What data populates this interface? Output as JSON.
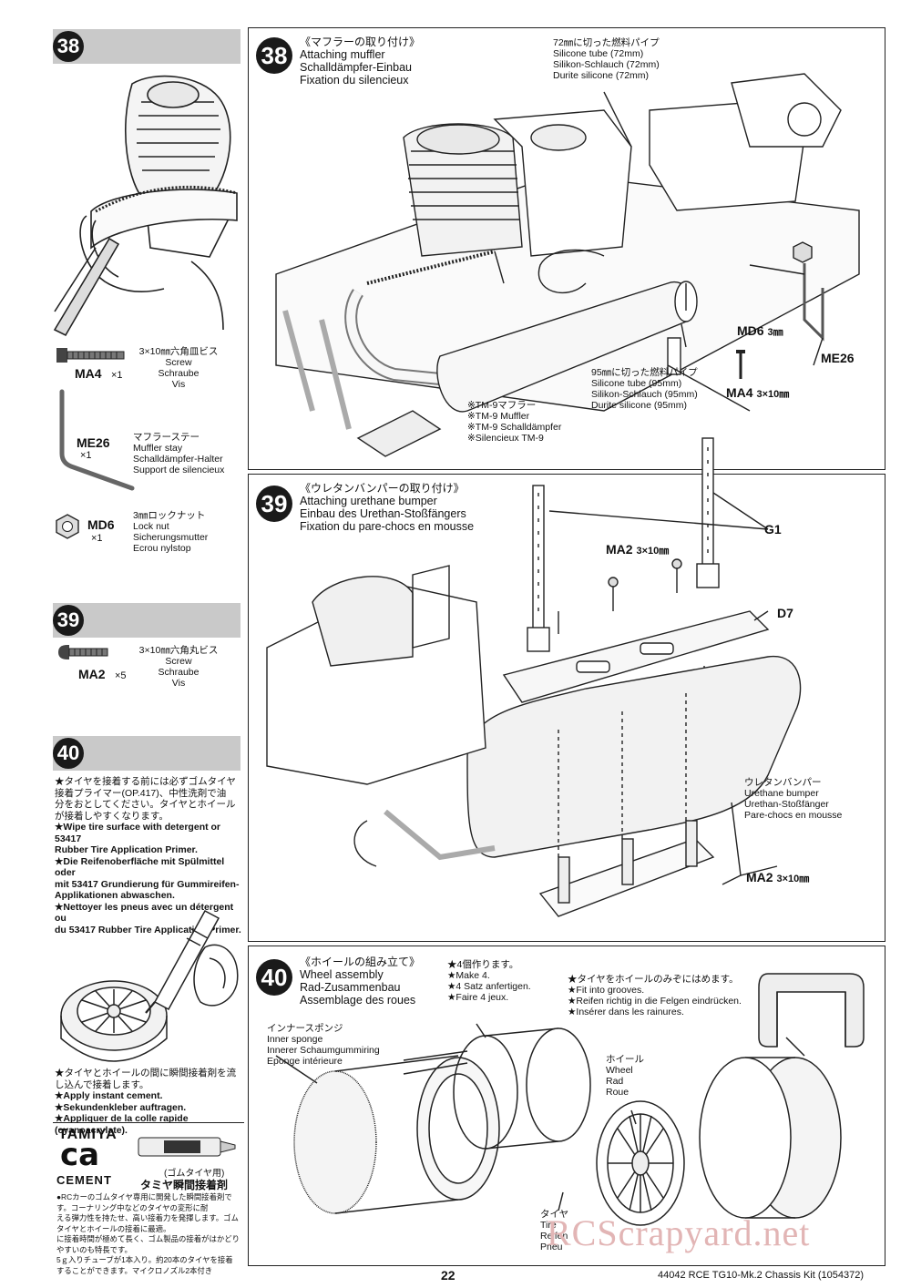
{
  "sidebar": {
    "step38": {
      "number": "38",
      "parts": [
        {
          "jp": "3×10㎜六角皿ビス",
          "en": "Screw",
          "de": "Schraube",
          "fr": "Vis",
          "code": "MA4",
          "qty": "×1"
        },
        {
          "jp": "マフラーステー",
          "en": "Muffler stay",
          "de": "Schalldämpfer-Halter",
          "fr": "Support de silencieux",
          "code": "ME26",
          "qty": "×1"
        },
        {
          "jp": "3㎜ロックナット",
          "en": "Lock nut",
          "de": "Sicherungsmutter",
          "fr": "Ecrou nylstop",
          "code": "MD6",
          "qty": "×1"
        }
      ]
    },
    "step39": {
      "number": "39",
      "parts": [
        {
          "jp": "3×10㎜六角丸ビス",
          "en": "Screw",
          "de": "Schraube",
          "fr": "Vis",
          "code": "MA2",
          "qty": "×5"
        }
      ]
    },
    "step40": {
      "number": "40",
      "tip1": [
        "★タイヤを接着する前には必ずゴムタイヤ",
        "接着プライマー(OP.417)、中性洗剤で油",
        "分をおとしてください。タイヤとホイール",
        "が接着しやすくなります。",
        "★Wipe tire surface with detergent or 53417",
        "Rubber Tire Application Primer.",
        "★Die Reifenoberfläche mit Spülmittel oder",
        "mit 53417 Grundierung für Gummireifen-",
        "Applikationen abwaschen.",
        "★Nettoyer les pneus avec un détergent ou",
        "du 53417 Rubber Tire Application Primer."
      ],
      "tip2": [
        "★タイヤとホイールの間に瞬間接着剤を流",
        "し込んで接着します。",
        "★Apply instant cement.",
        "★Sekundenkleber auftragen.",
        "★Appliquer de la colle rapide (cyanoacrylate)."
      ],
      "cement": {
        "brand": "TAMIYA",
        "logo": "ca",
        "logo2": "CEMENT",
        "sub": "(ゴムタイヤ用)",
        "jp_name": "タミヤ瞬間接着剤",
        "notes": [
          "●RCカーのゴムタイヤ専用に開発した瞬間接着剤です。コーナリング中などのタイヤの変形に耐",
          "える弾力性を持たせ、高い接着力を発揮します。ゴムタイヤとホイールの接着に最適。",
          "に接着時間が極めて長く、ゴム製品の接着がはかどりやすいのも特長です。",
          "5ｇ入りチューブが1本入り。約20本のタイヤを接着",
          "することができます。マイクロノズル2本付き"
        ]
      }
    }
  },
  "step38": {
    "number": "38",
    "title_jp": "《マフラーの取り付け》",
    "title_en": "Attaching muffler",
    "title_de": "Schalldämpfer-Einbau",
    "title_fr": "Fixation du silencieux",
    "tube72": [
      "72㎜に切った燃料パイプ",
      "Silicone tube (72mm)",
      "Silikon-Schlauch (72mm)",
      "Durite silicone (72mm)"
    ],
    "tube95": [
      "95㎜に切った燃料パイプ",
      "Silicone tube (95mm)",
      "Silikon-Schlauch (95mm)",
      "Durite silicone (95mm)"
    ],
    "muffler": [
      "※TM-9マフラー",
      "※TM-9 Muffler",
      "※TM-9 Schalldämpfer",
      "※Silencieux TM-9"
    ],
    "md6": "MD6",
    "md6_size": "3㎜",
    "me26": "ME26",
    "ma4": "MA4",
    "ma4_size": "3×10㎜"
  },
  "step39": {
    "number": "39",
    "title_jp": "《ウレタンバンパーの取り付け》",
    "title_en": "Attaching urethane bumper",
    "title_de": "Einbau des Urethan-Stoßfängers",
    "title_fr": "Fixation du pare-chocs en mousse",
    "g1": "G1",
    "ma2_top": "MA2",
    "ma2_top_size": "3×10㎜",
    "d7": "D7",
    "bumper": [
      "ウレタンバンパー",
      "Urethane bumper",
      "Urethan-Stoßfänger",
      "Pare-chocs en mousse"
    ],
    "ma2_bottom": "MA2",
    "ma2_bottom_size": "3×10㎜"
  },
  "step40": {
    "number": "40",
    "title_jp": "《ホイールの組み立て》",
    "title_en": "Wheel assembly",
    "title_de": "Rad-Zusammenbau",
    "title_fr": "Assemblage des roues",
    "make4": [
      "★4個作ります。",
      "★Make 4.",
      "★4 Satz anfertigen.",
      "★Faire 4 jeux."
    ],
    "grooves": [
      "★タイヤをホイールのみぞにはめます。",
      "★Fit into grooves.",
      "★Reifen richtig in die Felgen eindrücken.",
      "★Insérer dans les rainures."
    ],
    "sponge": [
      "インナースポンジ",
      "Inner sponge",
      "Innerer Schaumgummiring",
      "Eponge intérieure"
    ],
    "wheel": [
      "ホイール",
      "Wheel",
      "Rad",
      "Roue"
    ],
    "tire": [
      "タイヤ",
      "Tire",
      "Reifen",
      "Pneu"
    ]
  },
  "footer": {
    "page": "22",
    "kit": "44042 RCE TG10-Mk.2 Chassis Kit (1054372)",
    "watermark": "RCScrapyard.net"
  }
}
